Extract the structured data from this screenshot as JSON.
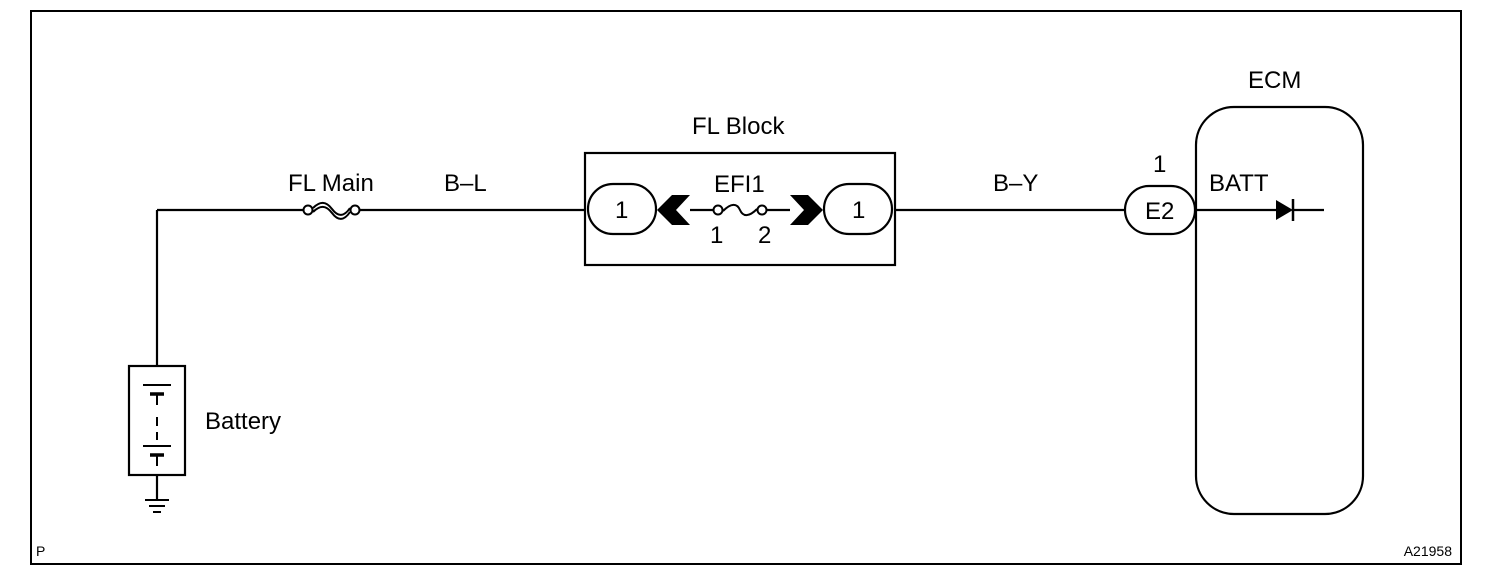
{
  "labels": {
    "fl_main": "FL Main",
    "wire_b_l": "B–L",
    "fl_block": "FL Block",
    "efi1": "EFI1",
    "efi1_pin_left": "1",
    "efi1_pin_right": "2",
    "fl_block_terminal_left": "1",
    "fl_block_terminal_right": "1",
    "wire_b_y": "B–Y",
    "ecm": "ECM",
    "ecm_connector_id": "E2",
    "ecm_connector_pin": "1",
    "batt": "BATT",
    "battery": "Battery",
    "corner_left": "P",
    "figure_code": "A21958"
  }
}
